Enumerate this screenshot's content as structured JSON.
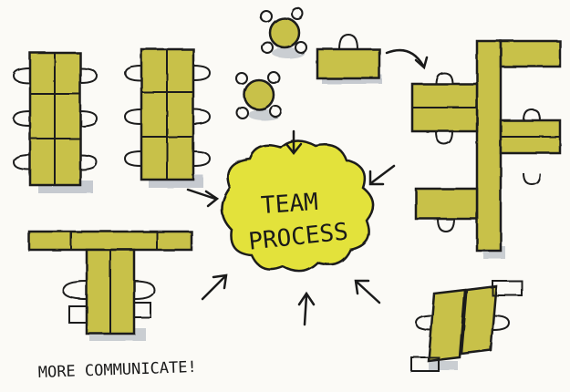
{
  "sketch": {
    "center_label_line1": "TEAM",
    "center_label_line2": "PROCESS",
    "footer_note": "MORE COMMUNICATE!"
  },
  "colors": {
    "paper": "#fbfaf6",
    "desk_fill": "#c8c14a",
    "desk_fill_dark": "#a9a235",
    "cloud_fill": "#e3e23a",
    "ink": "#1a1a1a",
    "shadow": "#9aa3b0"
  },
  "icons": {
    "arrow": "hand-drawn-arrow",
    "chair": "chair-outline",
    "round_table": "round-table"
  }
}
